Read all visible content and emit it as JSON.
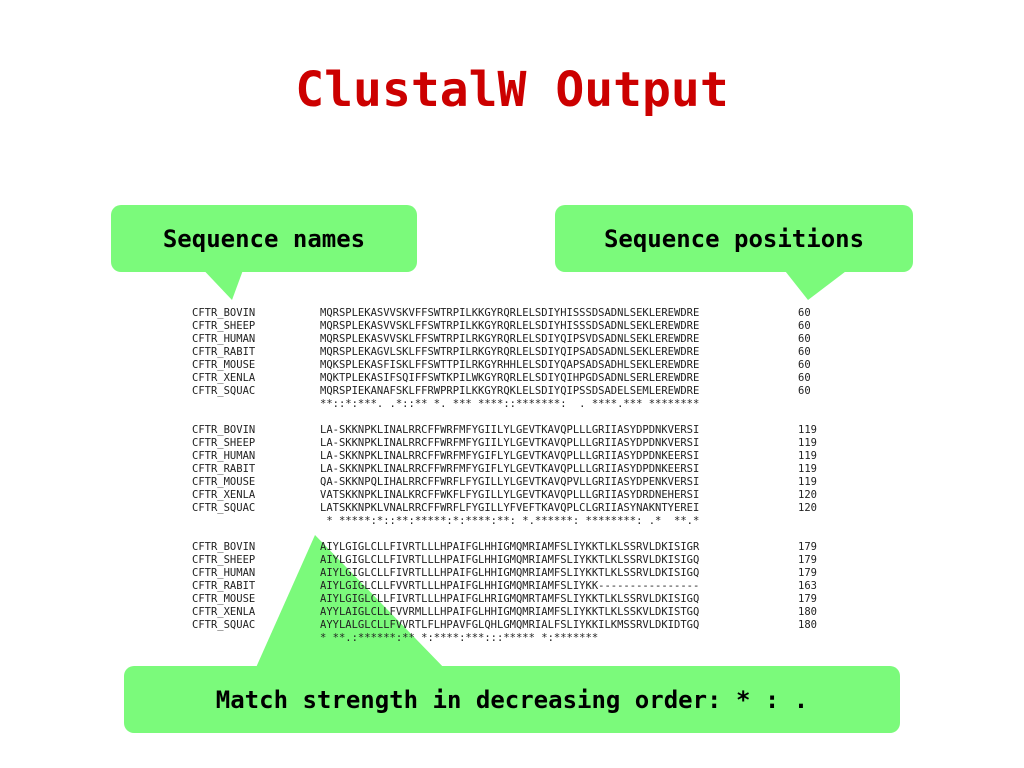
{
  "title": "ClustalW Output",
  "colors": {
    "title": "#cc0000",
    "callout": "#7bfa7b"
  },
  "callouts": {
    "names": "Sequence names",
    "positions": "Sequence positions",
    "match": "Match strength in decreasing order: * : ."
  },
  "blocks": [
    {
      "rows": [
        {
          "name": "CFTR_BOVIN",
          "seq": "MQRSPLEKASVVSKVFFSWTRPILKKGYRQRLELSDIYHISSSDSADNLSEKLEREWDRE",
          "pos": "60"
        },
        {
          "name": "CFTR_SHEEP",
          "seq": "MQRSPLEKASVVSKLFFSWTRPILKKGYRQRLELSDIYHISSSDSADNLSEKLEREWDRE",
          "pos": "60"
        },
        {
          "name": "CFTR_HUMAN",
          "seq": "MQRSPLEKASVVSKLFFSWTRPILRKGYRQRLELSDIYQIPSVDSADNLSEKLEREWDRE",
          "pos": "60"
        },
        {
          "name": "CFTR_RABIT",
          "seq": "MQRSPLEKAGVLSKLFFSWTRPILRKGYRQRLELSDIYQIPSADSADNLSEKLEREWDRE",
          "pos": "60"
        },
        {
          "name": "CFTR_MOUSE",
          "seq": "MQKSPLEKASFISKLFFSWTTPILRKGYRHHLELSDIYQAPSADSADHLSEKLEREWDRE",
          "pos": "60"
        },
        {
          "name": "CFTR_XENLA",
          "seq": "MQKTPLEKASIFSQIFFSWTKPILWKGYRQRLELSDIYQIHPGDSADNLSERLEREWDRE",
          "pos": "60"
        },
        {
          "name": "CFTR_SQUAC",
          "seq": "MQRSPIEKANAFSKLFFRWPRPILKKGYRQKLELSDIYQIPSSDSADELSEMLEREWDRE",
          "pos": "60"
        }
      ],
      "consensus": "**::*:***. .*::** *. *** ****::*******:  . ****.*** ********"
    },
    {
      "rows": [
        {
          "name": "CFTR_BOVIN",
          "seq": "LA-SKKNPKLINALRRCFFWRFMFYGIILYLGEVTKAVQPLLLGRIIASYDPDNKVERSI",
          "pos": "119"
        },
        {
          "name": "CFTR_SHEEP",
          "seq": "LA-SKKNPKLINALRRCFFWRFMFYGIILYLGEVTKAVQPLLLGRIIASYDPDNKVERSI",
          "pos": "119"
        },
        {
          "name": "CFTR_HUMAN",
          "seq": "LA-SKKNPKLINALRRCFFWRFMFYGIFLYLGEVTKAVQPLLLGRIIASYDPDNKEERSI",
          "pos": "119"
        },
        {
          "name": "CFTR_RABIT",
          "seq": "LA-SKKNPKLINALRRCFFWRFMFYGIFLYLGEVTKAVQPLLLGRIIASYDPDNKEERSI",
          "pos": "119"
        },
        {
          "name": "CFTR_MOUSE",
          "seq": "QA-SKKNPQLIHALRRCFFWRFLFYGILLYLGEVTKAVQPVLLGRIIASYDPENKVERSI",
          "pos": "119"
        },
        {
          "name": "CFTR_XENLA",
          "seq": "VATSKKNPKLINALKRCFFWKFLFYGILLYLGEVTKAVQPLLLGRIIASYDRDNEHERSI",
          "pos": "120"
        },
        {
          "name": "CFTR_SQUAC",
          "seq": "LATSKKNPKLVNALRRCFFWRFLFYGILLYFVEFTKAVQPLCLGRIIASYNAKNTYEREI",
          "pos": "120"
        }
      ],
      "consensus": " * *****:*::**:*****:*:****:**: *.******: ********: .*  **.*"
    },
    {
      "rows": [
        {
          "name": "CFTR_BOVIN",
          "seq": "AIYLGIGLCLLFIVRTLLLHPAIFGLHHIGMQMRIAMFSLIYKKTLKLSSRVLDKISIGR",
          "pos": "179"
        },
        {
          "name": "CFTR_SHEEP",
          "seq": "AIYLGIGLCLLFIVRTLLLHPAIFGLHHIGMQMRIAMFSLIYKKTLKLSSRVLDKISIGQ",
          "pos": "179"
        },
        {
          "name": "CFTR_HUMAN",
          "seq": "AIYLGIGLCLLFIVRTLLLHPAIFGLHHIGMQMRIAMFSLIYKKTLKLSSRVLDKISIGQ",
          "pos": "179"
        },
        {
          "name": "CFTR_RABIT",
          "seq": "AIYLGIGLCLLFVVRTLLLHPAIFGLHHIGMQMRIAMFSLIYKK----------------",
          "pos": "163"
        },
        {
          "name": "CFTR_MOUSE",
          "seq": "AIYLGIGLCLLFIVRTLLLHPAIFGLHRIGMQMRTAMFSLIYKKTLKLSSRVLDKISIGQ",
          "pos": "179"
        },
        {
          "name": "CFTR_XENLA",
          "seq": "AYYLAIGLCLLFVVRMLLLHPAIFGLHHIGMQMRIAMFSLIYKKTLKLSSKVLDKISTGQ",
          "pos": "180"
        },
        {
          "name": "CFTR_SQUAC",
          "seq": "AYYLALGLCLLFVVRTLFLHPAVFGLQHLGMQMRIALFSLIYKKILKMSSRVLDKIDTGQ",
          "pos": "180"
        }
      ],
      "consensus": "* **.:******:** *:****:***:::***** *:*******"
    }
  ]
}
